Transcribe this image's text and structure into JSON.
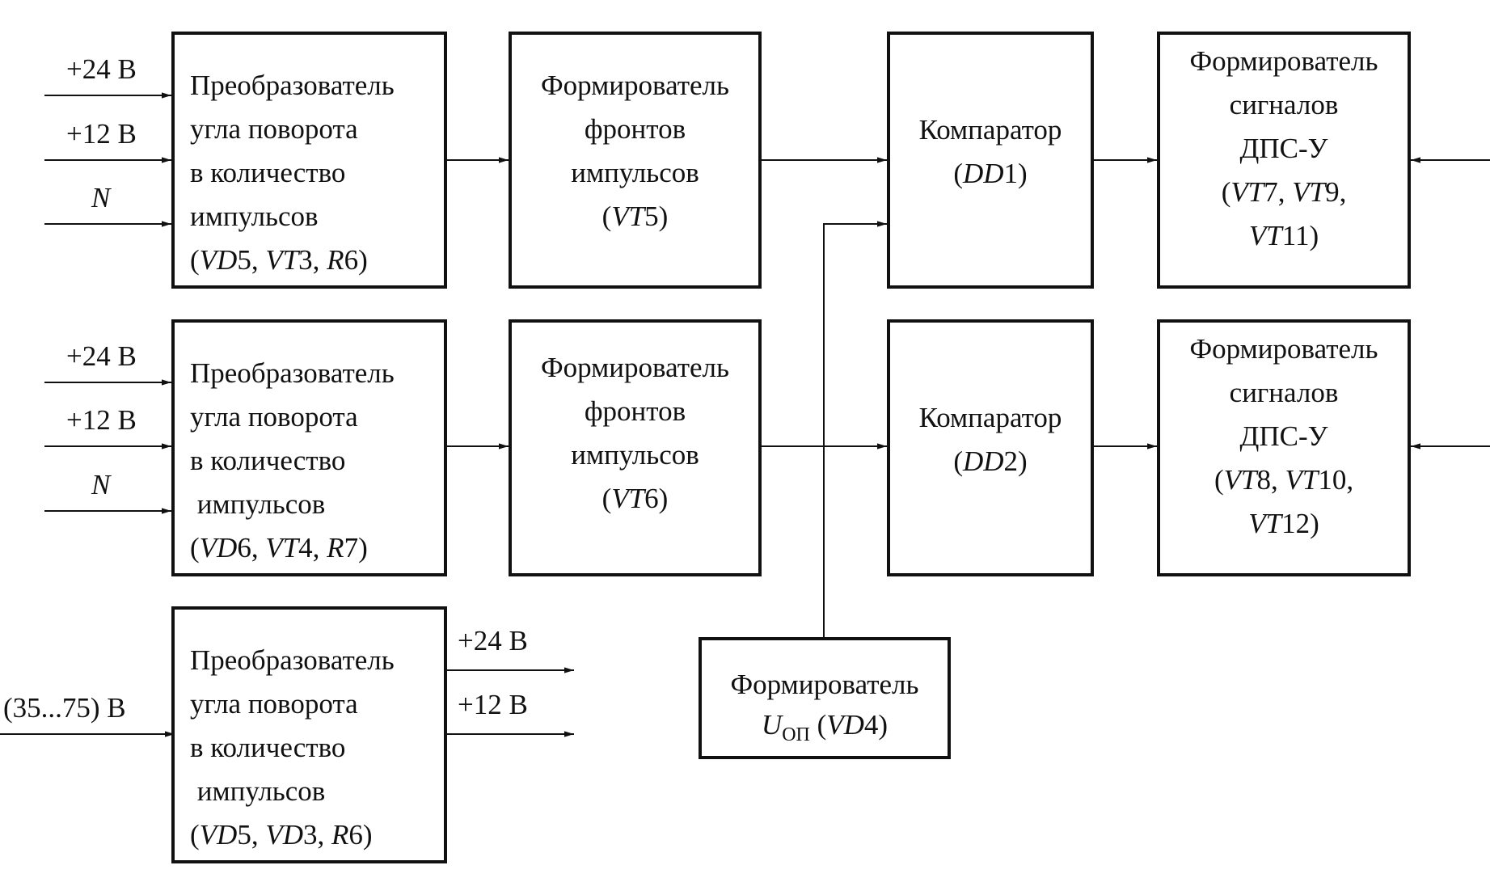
{
  "blocks": {
    "conv1": {
      "lines": [
        "Преобразователь",
        "угла поворота",
        "в количество",
        "импульсов"
      ],
      "refs": [
        [
          "VD",
          "5"
        ],
        [
          "VT",
          "3"
        ],
        [
          "R",
          "6"
        ]
      ]
    },
    "conv2": {
      "lines": [
        "Преобразователь",
        "угла поворота",
        "в количество",
        "импульсов"
      ],
      "refs": [
        [
          "VD",
          "6"
        ],
        [
          "VT",
          "4"
        ],
        [
          "R",
          "7"
        ]
      ]
    },
    "conv3": {
      "lines": [
        "Преобразователь",
        "угла поворота",
        "в количество",
        "импульсов"
      ],
      "refs": [
        [
          "VD",
          "5"
        ],
        [
          "VD",
          "3"
        ],
        [
          "R",
          "6"
        ]
      ]
    },
    "front1": {
      "lines": [
        "Формирователь",
        "фронтов",
        "импульсов"
      ],
      "ref": [
        "VT",
        "5"
      ]
    },
    "front2": {
      "lines": [
        "Формирователь",
        "фронтов",
        "импульсов"
      ],
      "ref": [
        "VT",
        "6"
      ]
    },
    "comp1": {
      "title": "Компаратор",
      "ref": [
        "DD",
        "1"
      ]
    },
    "comp2": {
      "title": "Компаратор",
      "ref": [
        "DD",
        "2"
      ]
    },
    "dps1": {
      "lines": [
        "Формирователь",
        "сигналов",
        "ДПС-У"
      ],
      "refs": [
        [
          "VT",
          "7"
        ],
        [
          "VT",
          "9"
        ],
        [
          "VT",
          "11"
        ]
      ]
    },
    "dps2": {
      "lines": [
        "Формирователь",
        "сигналов",
        "ДПС-У"
      ],
      "refs": [
        [
          "VT",
          "8"
        ],
        [
          "VT",
          "10"
        ],
        [
          "VT",
          "12"
        ]
      ]
    },
    "uop": {
      "title": "Формирователь",
      "u": "U",
      "sub": "ОП",
      "ref": [
        "VD",
        "4"
      ]
    }
  },
  "inputs": {
    "v24": "+24 В",
    "v12": "+12 В",
    "n": "N",
    "supply": "(35...75) В"
  },
  "outputs": {
    "v24": "+24 В",
    "v12": "+12 В"
  }
}
